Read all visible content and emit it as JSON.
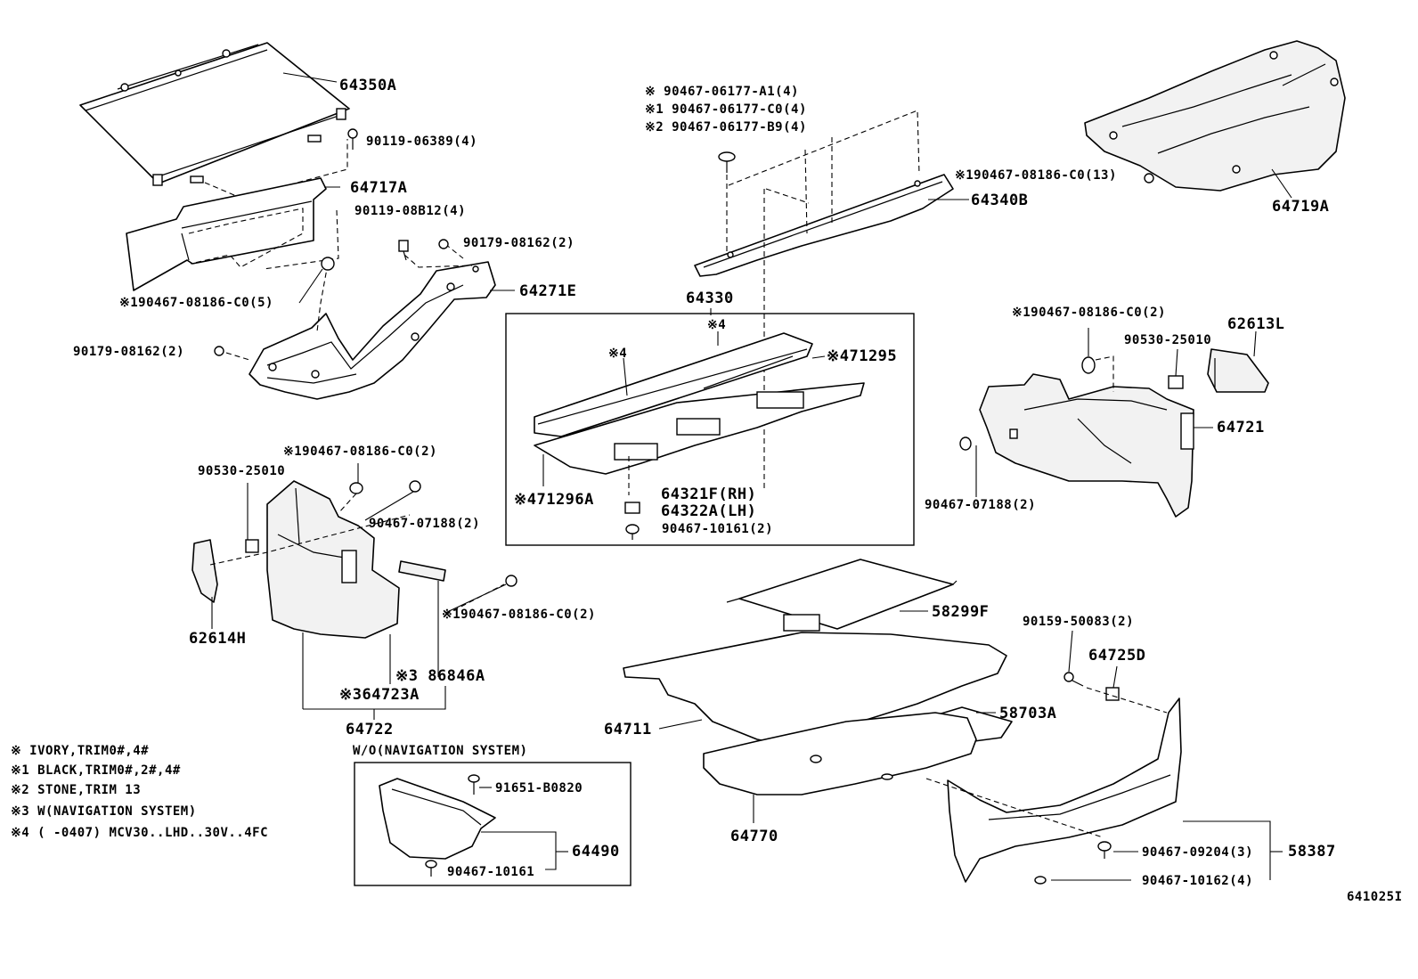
{
  "diagram_id": "641025I",
  "parts": {
    "p64350A": "64350A",
    "p9011906389": "90119-06389(4)",
    "p64717A": "64717A",
    "p9011908B12": "90119-08B12(4)",
    "p9017908162_a": "90179-08162(2)",
    "p64271E": "64271E",
    "p190467_5": "※190467-08186-C0(5)",
    "p9017908162_b": "90179-08162(2)",
    "pA1": "※   90467-06177-A1(4)",
    "pC0": "※1 90467-06177-C0(4)",
    "pB9": "※2 90467-06177-B9(4)",
    "p190467_13": "※190467-08186-C0(13)",
    "p64340B": "64340B",
    "p64719A": "64719A",
    "p64330": "64330",
    "p_note4_top": "※4",
    "p_note4_left": "※4",
    "p471295": "※471295",
    "p471296A": "※471296A",
    "p64321F": "64321F(RH)",
    "p64322A": "64322A(LH)",
    "p9046710161_2": "90467-10161(2)",
    "p190467_2_r": "※190467-08186-C0(2)",
    "p62613L": "62613L",
    "p9053025010_r": "90530-25010",
    "p64721": "64721",
    "p9046707188_r": "90467-07188(2)",
    "p190467_2_l": "※190467-08186-C0(2)",
    "p9053025010_l": "90530-25010",
    "p9046707188_l": "90467-07188(2)",
    "p190467_2_m": "※190467-08186-C0(2)",
    "p62614H": "62614H",
    "p86846A": "※3 86846A",
    "p64723A": "※364723A",
    "p64722": "64722",
    "p58299F": "58299F",
    "p9015950083": "90159-50083(2)",
    "p64725D": "64725D",
    "p58703A": "58703A",
    "p64711": "64711",
    "p64770": "64770",
    "p9046709204": "90467-09204(3)",
    "p58387": "58387",
    "p9046710162": "90467-10162(4)",
    "p9165108820": "91651-B0820",
    "p64490": "64490",
    "p9046710161": "90467-10161"
  },
  "inset_title": "W/O(NAVIGATION SYSTEM)",
  "notes": [
    "※   IVORY,TRIM0#,4#",
    "※1 BLACK,TRIM0#,2#,4#",
    "※2 STONE,TRIM 13",
    "※3 W(NAVIGATION SYSTEM)",
    "※4 (     -0407) MCV30..LHD..30V..4FC"
  ]
}
